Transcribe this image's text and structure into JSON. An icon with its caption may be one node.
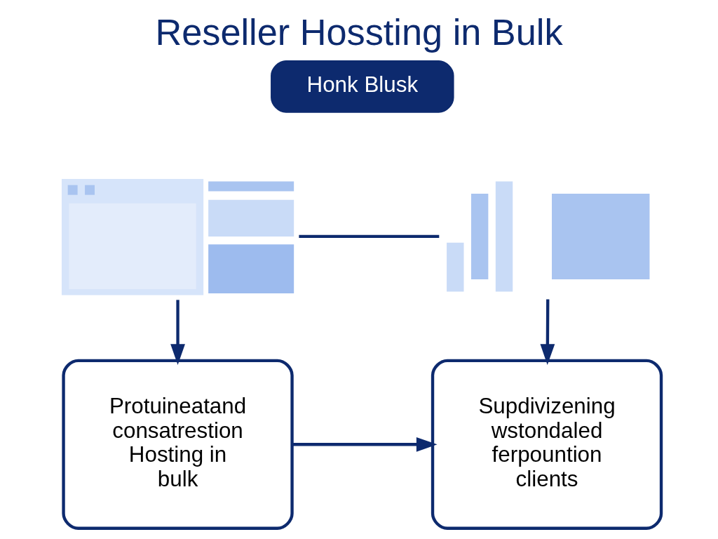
{
  "diagram": {
    "title": "Reseller Hossting in Bulk",
    "nodes": [
      {
        "text": [
          "Honk Blusk"
        ]
      },
      {
        "text": [],
        "shape": "picture"
      },
      {
        "text": [],
        "shape": "picture"
      },
      {
        "text": [
          "Protuineatand consatrestion Hosting in bulk"
        ]
      },
      {
        "text": [
          "Supdivizening wstondaled ferpountion clients"
        ]
      }
    ],
    "edges": [
      {
        "from": 1,
        "to": 2,
        "arrow": "none"
      },
      {
        "from": 1,
        "to": 3,
        "arrow": "to"
      },
      {
        "from": 2,
        "to": 4,
        "arrow": "to"
      },
      {
        "from": 3,
        "to": 4,
        "arrow": "to"
      }
    ]
  }
}
